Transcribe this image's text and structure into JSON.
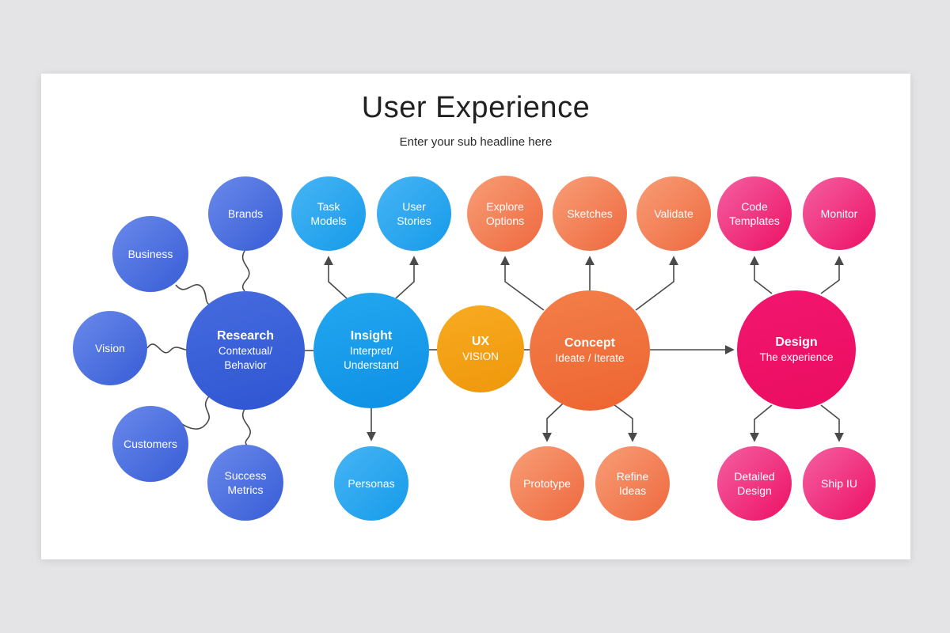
{
  "slide": {
    "title": "User Experience",
    "subtitle": "Enter your sub headline here"
  },
  "palette": {
    "page_background": "#e4e4e6",
    "slide_background": "#ffffff",
    "title_text": "#212121",
    "node_text": "#ffffff",
    "connector": "#4a4a4a",
    "blue": "#3a60d8",
    "light_blue": "#189cea",
    "amber": "#f5a41c",
    "orange": "#f0743f",
    "pink": "#ee1468"
  },
  "nodes": {
    "research": {
      "title": "Research",
      "subtitle": "Contextual/\nBehavior",
      "color": "#3a60d8"
    },
    "insight": {
      "title": "Insight",
      "subtitle": "Interpret/\nUnderstand",
      "color": "#189cea"
    },
    "ux_vision": {
      "title": "UX",
      "subtitle": "VISION",
      "color": "#f5a41c"
    },
    "concept": {
      "title": "Concept",
      "subtitle": "Ideate / Iterate",
      "color": "#f0743f"
    },
    "design": {
      "title": "Design",
      "subtitle": "The experience",
      "color": "#ee1468"
    },
    "brands": {
      "label": "Brands",
      "color": "#4a6fdf"
    },
    "business": {
      "label": "Business",
      "color": "#4a6fdf"
    },
    "vision": {
      "label": "Vision",
      "color": "#4a6fdf"
    },
    "customers": {
      "label": "Customers",
      "color": "#4a6fdf"
    },
    "success_metrics": {
      "label": "Success\nMetrics",
      "color": "#4a6fdf"
    },
    "task_models": {
      "label": "Task\nModels",
      "color": "#29a7f0"
    },
    "user_stories": {
      "label": "User\nStories",
      "color": "#29a7f0"
    },
    "personas": {
      "label": "Personas",
      "color": "#29a7f0"
    },
    "explore_options": {
      "label": "Explore\nOptions",
      "color": "#f2845b"
    },
    "sketches": {
      "label": "Sketches",
      "color": "#f2845b"
    },
    "validate": {
      "label": "Validate",
      "color": "#f2845b"
    },
    "prototype": {
      "label": "Prototype",
      "color": "#f2845b"
    },
    "refine_ideas": {
      "label": "Refine\nIdeas",
      "color": "#f2845b"
    },
    "code_templates": {
      "label": "Code\nTemplates",
      "color": "#f13b8d"
    },
    "monitor": {
      "label": "Monitor",
      "color": "#f13b8d"
    },
    "detailed_design": {
      "label": "Detailed\nDesign",
      "color": "#f13b8d"
    },
    "ship_iu": {
      "label": "Ship IU",
      "color": "#f13b8d"
    }
  }
}
